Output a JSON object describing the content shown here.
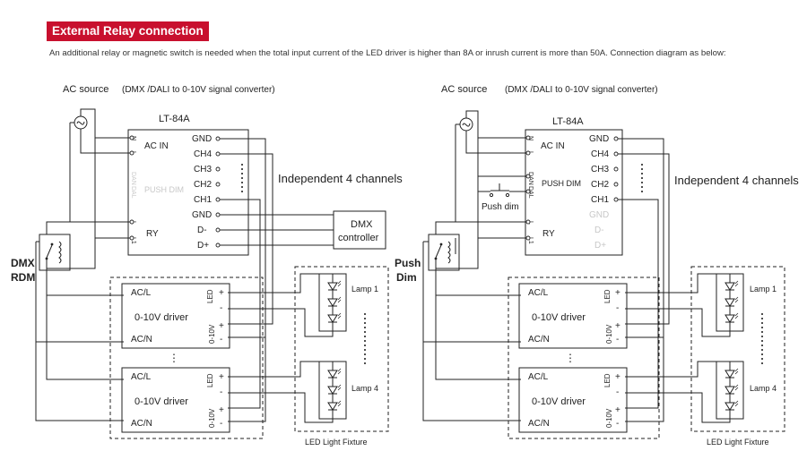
{
  "header": {
    "title": "External Relay connection",
    "intro": "An additional relay or magnetic switch is needed when the total input current of the LED driver is higher than 8A or inrush current is more than 50A. Connection diagram as below:"
  },
  "colors": {
    "title_bg": "#c8102e",
    "title_text": "#ffffff",
    "line": "#222222",
    "disabled_terminal": "#c8c8c8"
  },
  "icons": {
    "ac_source": "ac-sine-source-icon",
    "relay": "relay-coil-icon",
    "led": "led-diode-icon",
    "switch": "push-switch-icon"
  },
  "common": {
    "ac_source": "AC source",
    "converter": "(DMX /DALI to 0-10V signal converter)",
    "unit_name": "LT-84A",
    "ac_in": "AC IN",
    "push_dim": "PUSH DIM",
    "ry": "RY",
    "term_n": "N",
    "term_l": "L",
    "term_dan": "DAN",
    "term_dal": "DAL",
    "term_l1": "L1",
    "out_terms": [
      "GND",
      "CH4",
      "CH3",
      "CH2",
      "CH1",
      "GND",
      "D-",
      "D+"
    ],
    "independent": "Independent 4 channels",
    "driver": "0-10V driver",
    "ac_l": "AC/L",
    "ac_n": "AC/N",
    "led": "LED",
    "dim": "0-10V",
    "plus": "+",
    "minus": "-",
    "lamp1": "Lamp 1",
    "lamp4": "Lamp 4",
    "fixture": "LED Light Fixture",
    "dots": "⋮"
  },
  "left": {
    "mode_line1": "DMX",
    "mode_line2": "RDM",
    "controller_line1": "DMX",
    "controller_line2": "controller"
  },
  "right": {
    "mode_line1": "Push",
    "mode_line2": "Dim",
    "push_dim_switch": "Push dim"
  }
}
